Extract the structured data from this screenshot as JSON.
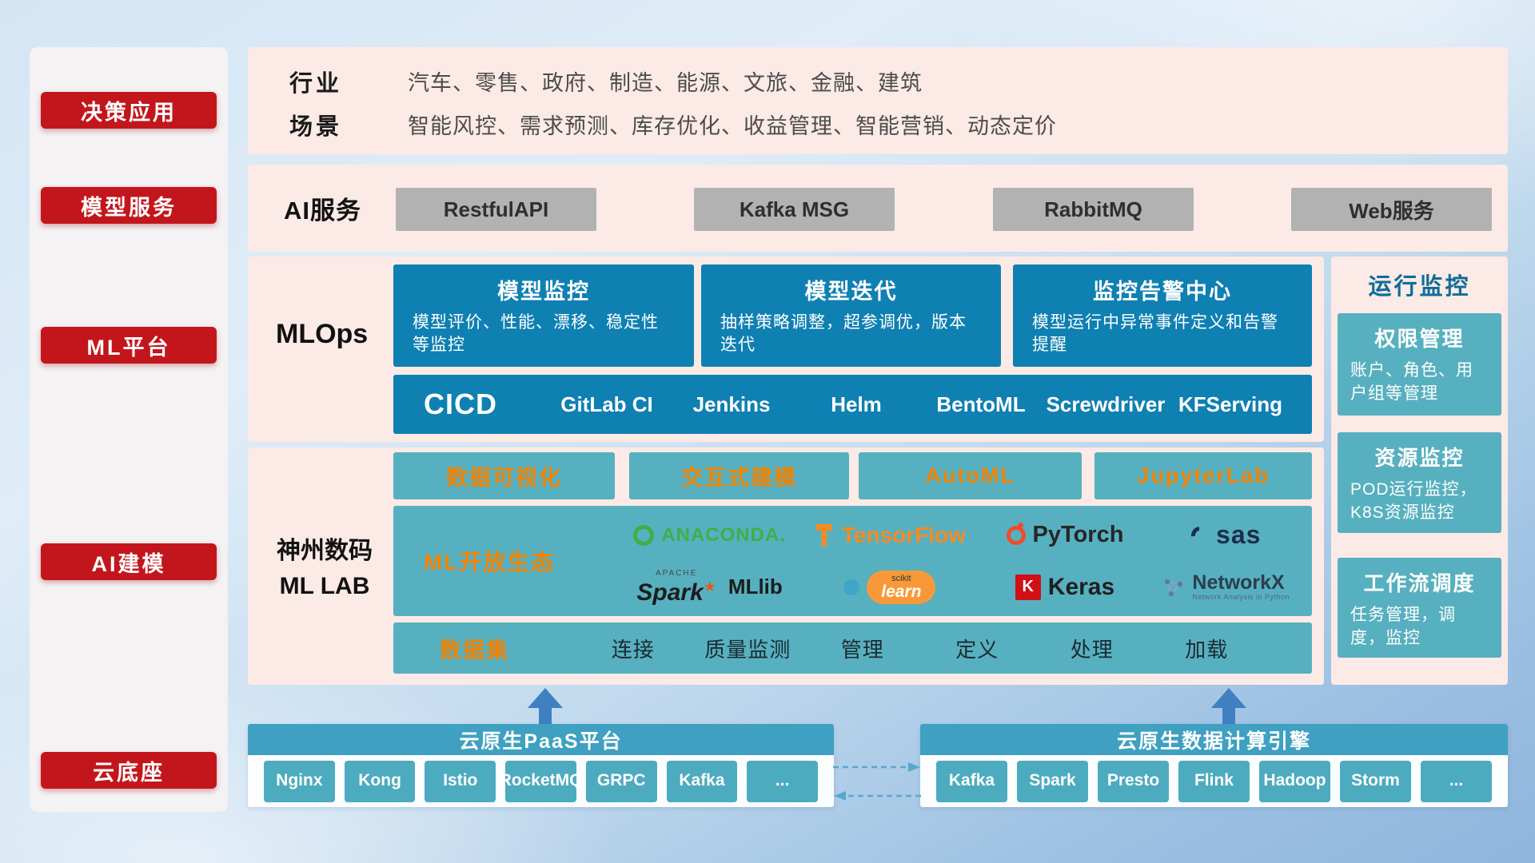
{
  "sidebar": {
    "items": [
      {
        "label": "决策应用"
      },
      {
        "label": "模型服务"
      },
      {
        "label": "ML平台"
      },
      {
        "label": "AI建模"
      },
      {
        "label": "云底座"
      }
    ]
  },
  "top_row": {
    "industry_label": "行业",
    "industry_text": "汽车、零售、政府、制造、能源、文旅、金融、建筑",
    "scene_label": "场景",
    "scene_text": "智能风控、需求预测、库存优化、收益管理、智能营销、动态定价"
  },
  "ai_service_row": {
    "label": "AI服务",
    "buttons": [
      {
        "label": "RestfulAPI"
      },
      {
        "label": "Kafka MSG"
      },
      {
        "label": "RabbitMQ"
      },
      {
        "label": "Web服务"
      }
    ]
  },
  "mlops_row": {
    "label": "MLOps",
    "cards": [
      {
        "title": "模型监控",
        "desc": "模型评价、性能、漂移、稳定性等监控"
      },
      {
        "title": "模型迭代",
        "desc": "抽样策略调整，超参调优，版本迭代"
      },
      {
        "title": "监控告警中心",
        "desc": "模型运行中异常事件定义和告警提醒"
      }
    ],
    "cicd_label": "CICD",
    "cicd_items": [
      {
        "label": "GitLab CI"
      },
      {
        "label": "Jenkins"
      },
      {
        "label": "Helm"
      },
      {
        "label": "BentoML"
      },
      {
        "label": "Screwdriver"
      },
      {
        "label": "KFServing"
      }
    ]
  },
  "mllab_row": {
    "label_line1": "神州数码",
    "label_line2": "ML LAB",
    "tool_buttons": [
      {
        "label": "数据可视化"
      },
      {
        "label": "交互式建模"
      },
      {
        "label": "AutoML"
      },
      {
        "label": "JupyterLab"
      }
    ],
    "ecosystem": {
      "title": "ML开放生态",
      "anaconda": {
        "name": "ANACONDA."
      },
      "tensorflow": {
        "name": "TensorFlow"
      },
      "pytorch": {
        "name": "PyTorch"
      },
      "sas": {
        "name": "sas"
      },
      "spark": {
        "apache": "APACHE",
        "name": "Spark",
        "star": "★",
        "lib": "MLlib"
      },
      "sklearn": {
        "top": "scikit",
        "name": "learn"
      },
      "keras": {
        "badge": "K",
        "name": "Keras"
      },
      "networkx": {
        "name": "NetworkX",
        "sub": "Network Analysis in Python"
      }
    },
    "data_row": {
      "title": "数据集",
      "items": [
        {
          "label": "连接"
        },
        {
          "label": "质量监测"
        },
        {
          "label": "管理"
        },
        {
          "label": "定义"
        },
        {
          "label": "处理"
        },
        {
          "label": "加载"
        }
      ]
    }
  },
  "monitoring_col": {
    "title": "运行监控",
    "cards": [
      {
        "title": "权限管理",
        "desc": "账户、角色、用户组等管理"
      },
      {
        "title": "资源监控",
        "desc": "POD运行监控，K8S资源监控"
      },
      {
        "title": "工作流调度",
        "desc": "任务管理，调度，监控"
      }
    ]
  },
  "foundation": {
    "paas": {
      "title": "云原生PaaS平台",
      "items": [
        {
          "label": "Nginx"
        },
        {
          "label": "Kong"
        },
        {
          "label": "Istio"
        },
        {
          "label": "RocketMQ"
        },
        {
          "label": "GRPC"
        },
        {
          "label": "Kafka"
        },
        {
          "label": "..."
        }
      ]
    },
    "engine": {
      "title": "云原生数据计算引擎",
      "items": [
        {
          "label": "Kafka"
        },
        {
          "label": "Spark"
        },
        {
          "label": "Presto"
        },
        {
          "label": "Flink"
        },
        {
          "label": "Hadoop"
        },
        {
          "label": "Storm"
        },
        {
          "label": "..."
        }
      ]
    }
  },
  "colors": {
    "red": "#c3161c",
    "pink": "#fceae6",
    "deep_teal": "#0f80b2",
    "light_teal": "#57b0bf",
    "bar_teal": "#3fa0c1",
    "orange": "#f08300",
    "gray_button": "#b2b2b2",
    "arrow_blue": "#3f80c1"
  }
}
